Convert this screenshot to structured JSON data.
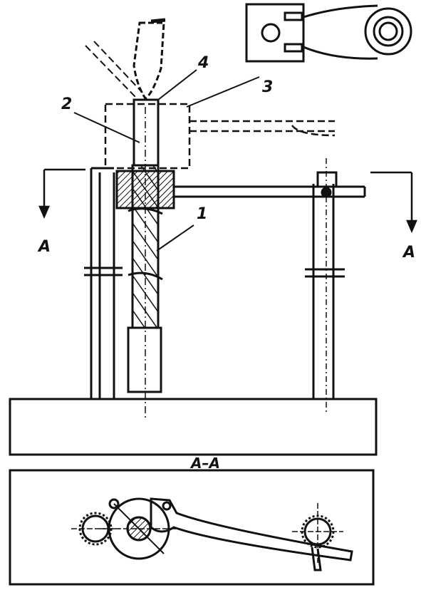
{
  "labels": {
    "part1": "1",
    "part2": "2",
    "part3": "3",
    "part4": "4",
    "section_left": "A",
    "section_right": "A",
    "section_title": "A–A"
  },
  "colors": {
    "ink": "#111111",
    "paper": "#ffffff"
  }
}
